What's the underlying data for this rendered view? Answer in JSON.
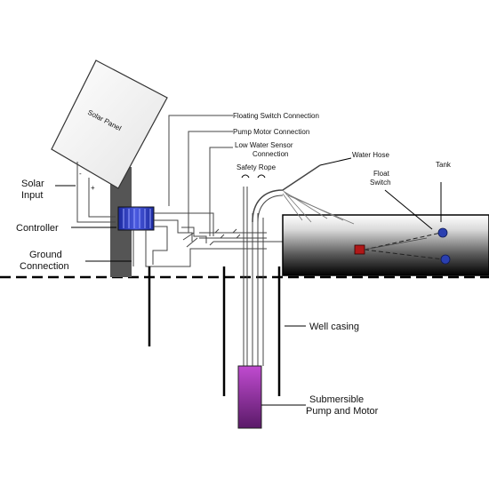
{
  "labels": {
    "solar_panel": "Solar Panel",
    "solar_input_line1": "Solar",
    "solar_input_line2": "Input",
    "minus": "-",
    "plus": "+",
    "controller": "Controller",
    "ground_line1": "Ground",
    "ground_line2": "Connection",
    "floating_switch": "Floating Switch Connection",
    "pump_motor": "Pump Motor Connection",
    "low_water_line1": "Low Water Sensor",
    "low_water_line2": "Connection",
    "safety_rope": "Safety Rope",
    "water_hose": "Water Hose",
    "float_line1": "Float",
    "float_line2": "Switch",
    "tank": "Tank",
    "well_casing": "Well casing",
    "pump_line1": "Submersible",
    "pump_line2": "Pump and Motor"
  },
  "colors": {
    "controller": "#2f3fc4",
    "pump_top": "#c04bd0",
    "pump_bottom": "#5a1a68",
    "tank_dark": "#000000",
    "float_ball": "#2a3fb0",
    "float_box": "#b01818",
    "post": "#555555"
  }
}
